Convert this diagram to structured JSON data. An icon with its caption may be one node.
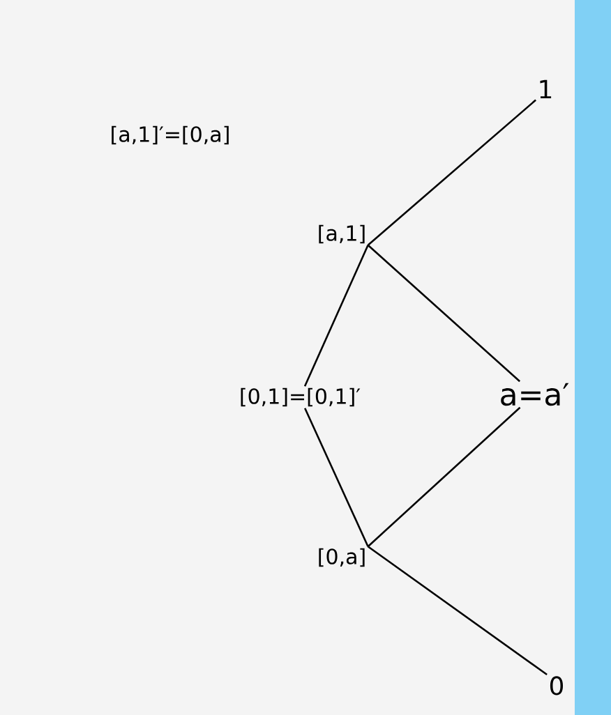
{
  "diagram": {
    "nodes": [
      {
        "text": [
          "1"
        ]
      },
      {
        "text": [
          "[a,1]"
        ]
      },
      {
        "text": [
          "[0,1]=[0,1]′"
        ]
      },
      {
        "text": [
          "a=a′"
        ]
      },
      {
        "text": [
          "[0,a]"
        ]
      },
      {
        "text": [
          "0"
        ]
      }
    ],
    "edges": [
      {
        "from": 0,
        "to": 1,
        "arrow": "none"
      },
      {
        "from": 1,
        "to": 2,
        "arrow": "none"
      },
      {
        "from": 2,
        "to": 4,
        "arrow": "none"
      },
      {
        "from": 4,
        "to": 5,
        "arrow": "none"
      },
      {
        "from": 1,
        "to": 3,
        "arrow": "none"
      },
      {
        "from": 3,
        "to": 4,
        "arrow": "none"
      }
    ],
    "labels": [
      "[a,1]′=[0,a]"
    ]
  }
}
